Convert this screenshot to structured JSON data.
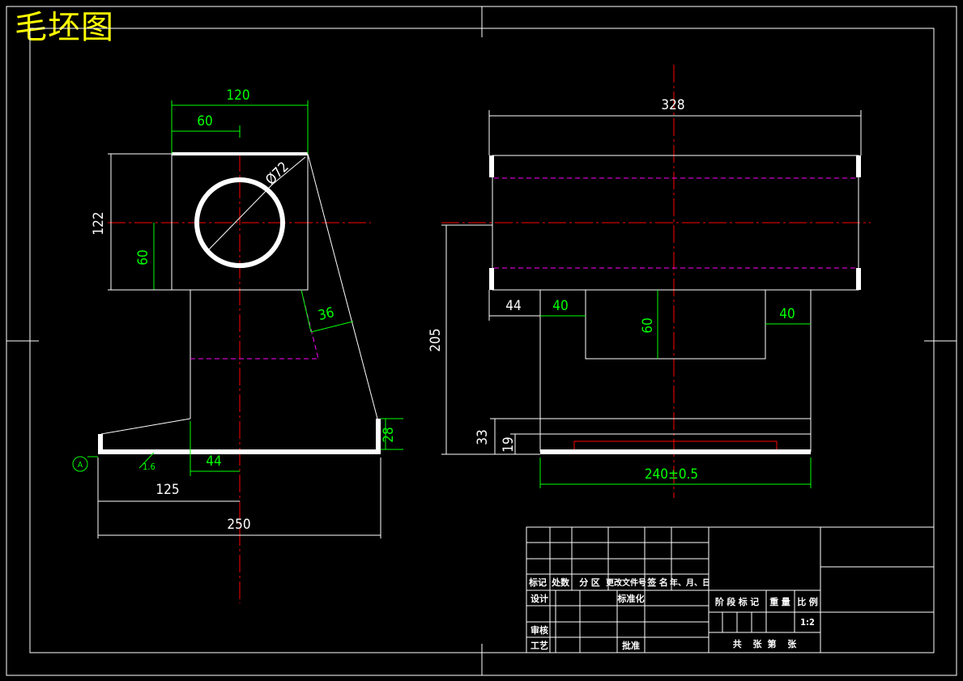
{
  "title": "毛坯图",
  "datum_label": "A",
  "roughness": "1.6",
  "front_view": {
    "dim_width_top": "120",
    "dim_half_top": "60",
    "dim_diameter": "Ø72",
    "dim_height_block": "122",
    "dim_center_height": "60",
    "dim_slope": "36",
    "dim_right_lip": "28",
    "dim_offset": "44",
    "dim_half_base": "125",
    "dim_base_width": "250"
  },
  "side_view": {
    "dim_length": "328",
    "dim_left_step": "44",
    "dim_left_slot": "40",
    "dim_right_slot": "40",
    "dim_slot_depth": "60",
    "dim_total_height": "205",
    "dim_base_height": "33",
    "dim_base_thin": "19",
    "dim_base_length": "240±0.5"
  },
  "title_block": {
    "headers": [
      "标记",
      "处数",
      "分 区",
      "更改文件号",
      "签 名",
      "年、月、日"
    ],
    "design": "设计",
    "standardization": "标准化",
    "review": "审核",
    "process": "工艺",
    "approve": "批准",
    "stage_mark": "阶 段 标 记",
    "weight": "重 量",
    "scale": "比 例",
    "scale_value": "1:2",
    "sheet_info": "共    张  第    张"
  },
  "colors": {
    "outline": "#ffffff",
    "dimension": "#00ff00",
    "centerline": "#ff0000",
    "hidden": "#ff00ff",
    "title": "#ffff00"
  }
}
